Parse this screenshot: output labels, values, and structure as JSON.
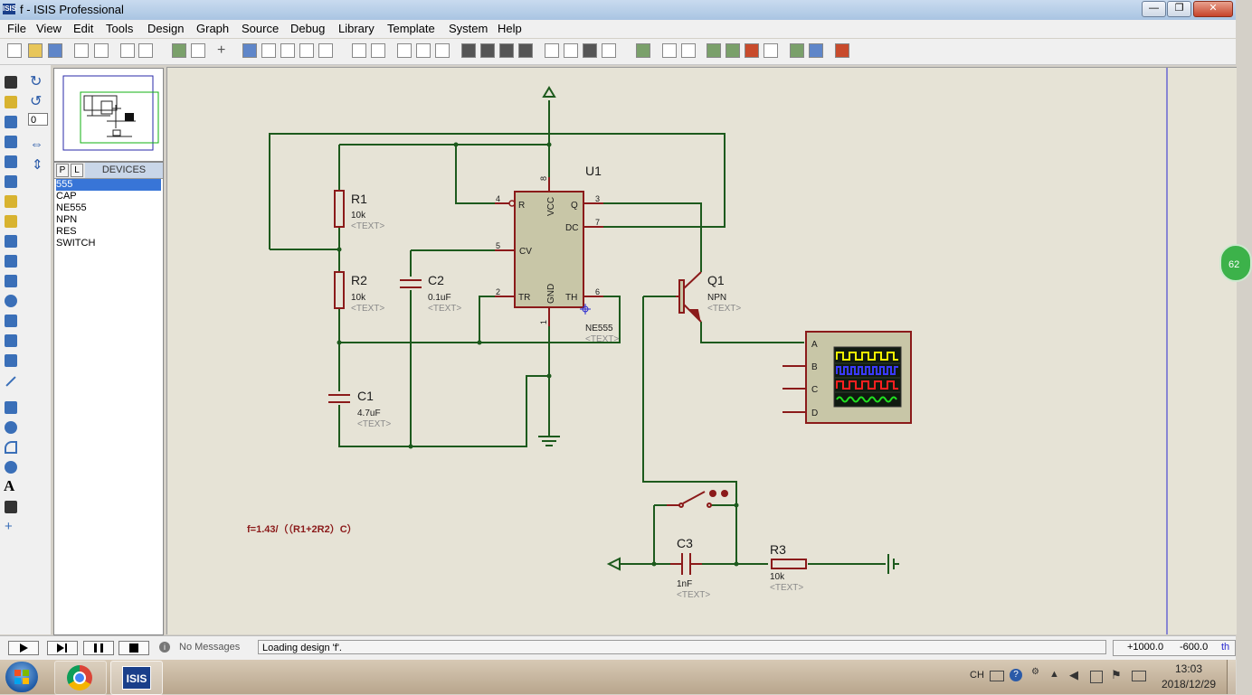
{
  "window": {
    "title": "f - ISIS Professional",
    "icon": "isis-icon"
  },
  "window_controls": {
    "minimize": "—",
    "maximize": "❐",
    "close": "✕"
  },
  "menu": [
    "File",
    "View",
    "Edit",
    "Tools",
    "Design",
    "Graph",
    "Source",
    "Debug",
    "Library",
    "Template",
    "System",
    "Help"
  ],
  "devices": {
    "tabs": [
      "P",
      "L"
    ],
    "header": "DEVICES",
    "items": [
      "555",
      "CAP",
      "NE555",
      "NPN",
      "RES",
      "SWITCH"
    ],
    "selected": "555"
  },
  "rotation_value": "0",
  "schematic": {
    "components": {
      "r1": {
        "ref": "R1",
        "value": "10k",
        "text": "<TEXT>"
      },
      "r2": {
        "ref": "R2",
        "value": "10k",
        "text": "<TEXT>"
      },
      "c1": {
        "ref": "C1",
        "value": "4.7uF",
        "text": "<TEXT>"
      },
      "c2": {
        "ref": "C2",
        "value": "0.1uF",
        "text": "<TEXT>"
      },
      "u1": {
        "ref": "U1",
        "value": "NE555",
        "text": "<TEXT>"
      },
      "q1": {
        "ref": "Q1",
        "value": "NPN",
        "text": "<TEXT>"
      },
      "c3": {
        "ref": "C3",
        "value": "1nF",
        "text": "<TEXT>"
      },
      "r3": {
        "ref": "R3",
        "value": "10k",
        "text": "<TEXT>"
      }
    },
    "u1_pins": {
      "r": "R",
      "vcc": "VCC",
      "q": "Q",
      "dc": "DC",
      "cv": "CV",
      "tr": "TR",
      "gnd": "GND",
      "th": "TH",
      "n4": "4",
      "n8": "8",
      "n3": "3",
      "n7": "7",
      "n5": "5",
      "n2": "2",
      "n6": "6",
      "n1": "1"
    },
    "scope_channels": [
      "A",
      "B",
      "C",
      "D"
    ],
    "formula": "f=1.43/（（R1+2R2）C）",
    "badge": "62"
  },
  "colors": {
    "wire": "#1d5a1d",
    "component": "#8b1a1a",
    "canvas": "#e6e3d6",
    "scope_bg": "#101a10",
    "trace_a": "#f0f000",
    "trace_b": "#3a3aff",
    "trace_c": "#ff2020",
    "trace_d": "#20e020"
  },
  "status": {
    "messages": "No Messages",
    "log": "Loading design 'f'.",
    "coord_x": "+1000.0",
    "coord_y": "-600.0",
    "units": "th"
  },
  "tray": {
    "lang": "CH",
    "time": "13:03",
    "date": "2018/12/29"
  }
}
